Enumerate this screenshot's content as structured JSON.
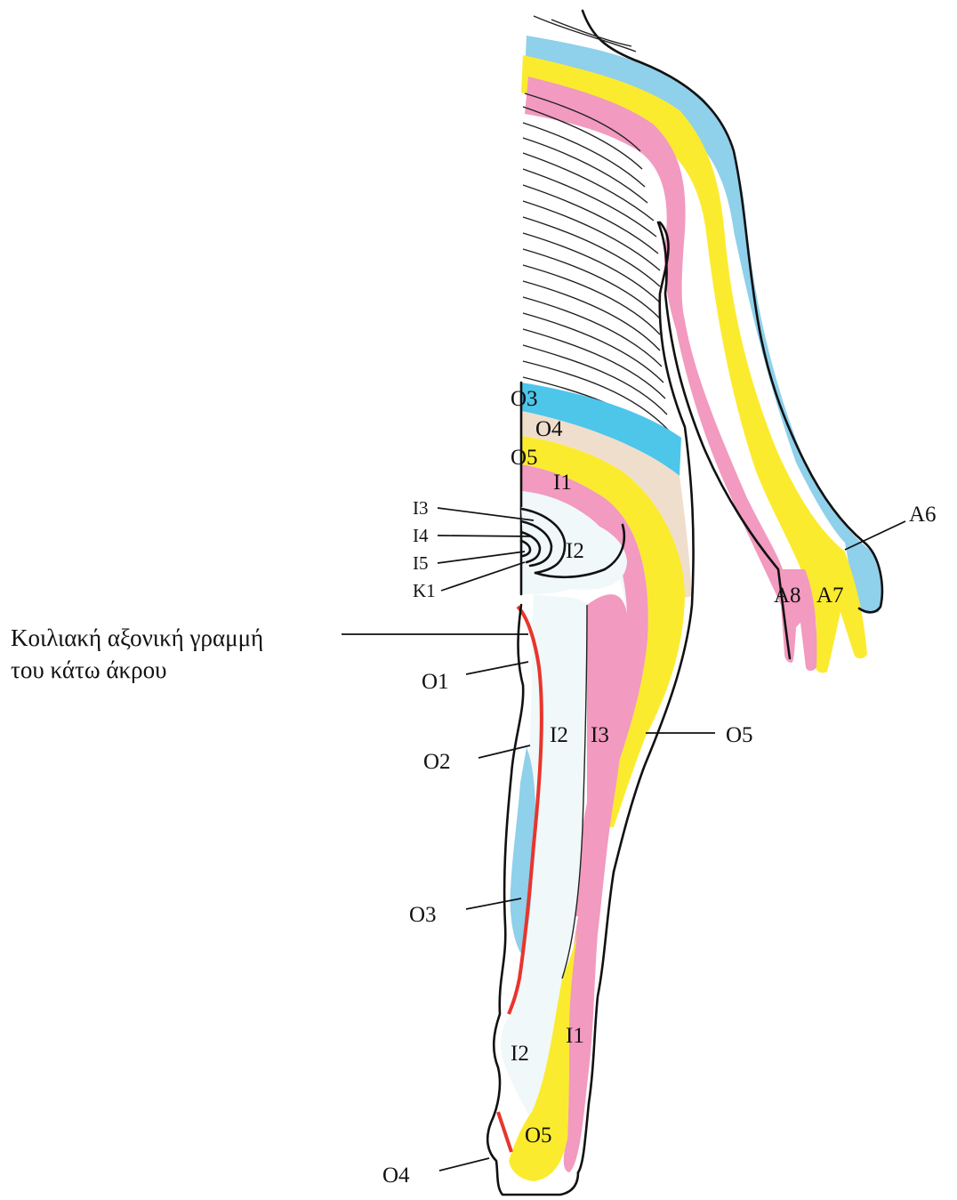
{
  "colors": {
    "blue": "#8fd0ea",
    "bright_blue": "#4dc6ea",
    "yellow": "#fbeb2f",
    "pink": "#f29abf",
    "beige": "#f0decc",
    "pale": "#f0f8f9",
    "red": "#e8352c"
  },
  "labels": {
    "arm": {
      "a6": "A6",
      "a7": "A7",
      "a8": "A8"
    },
    "trunk": {
      "o3": "O3",
      "o4": "O4",
      "o5": "O5",
      "i1": "I1"
    },
    "genital": {
      "i3": "I3",
      "i4": "I4",
      "i5": "I5",
      "k1": "K1",
      "i2": "I2"
    },
    "axial_line": {
      "line1": "Κοιλιακή αξονική γραμμή",
      "line2": "του κάτω άκρου"
    },
    "thigh": {
      "o1": "O1",
      "o2": "O2",
      "i2": "I2",
      "i3": "I3",
      "o5": "O5"
    },
    "leg": {
      "o3": "O3",
      "i2": "I2",
      "i1": "I1",
      "o5": "O5",
      "o4": "O4"
    }
  }
}
